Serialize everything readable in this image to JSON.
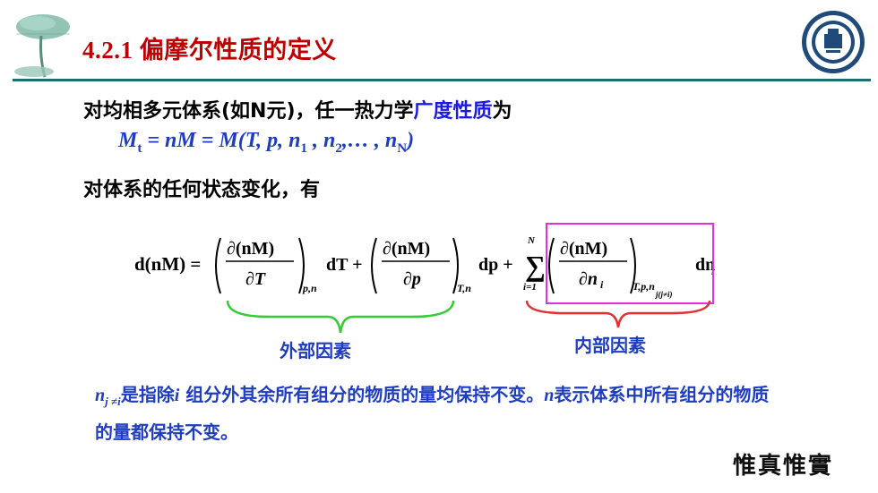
{
  "header": {
    "title": "4.2.1 偏摩尔性质的定义"
  },
  "body": {
    "intro_prefix": "对均相多元体系(如N元)，任一热力学",
    "intro_highlight": "广度性质",
    "intro_suffix": "为",
    "formula_mt": "M",
    "formula_mt_sub": "t",
    "formula_rest_1": " = nM = M(T, p, n",
    "formula_sub_1": "1",
    "formula_rest_2": " , n",
    "formula_sub_2": "2",
    "formula_rest_3": ",… , n",
    "formula_sub_3": "N",
    "formula_rest_4": ")",
    "intro2": "对体系的任何状态变化，有",
    "equation": {
      "lhs": "d(nM) =",
      "term1_num": "∂(nM)",
      "term1_den": "∂T",
      "term1_sub": "p,n",
      "term1_diff": "dT +",
      "term2_num": "∂(nM)",
      "term2_den": "∂p",
      "term2_sub": "T,n",
      "term2_diff": "dp +",
      "sum_top": "N",
      "sum_bottom": "i=1",
      "term3_num": "∂(nM)",
      "term3_den": "∂n",
      "term3_den_sub": "i",
      "term3_sub": "T,p,n",
      "term3_sub2": "j(j≠i)",
      "term3_diff": "dn",
      "term3_diff_sub": "i"
    },
    "label_external": "外部因素",
    "label_internal": "内部因素",
    "note_n": "n",
    "note_n_sub": "j ≠i",
    "note_text_1": "是指除",
    "note_i": "i",
    "note_text_2": " 组分外其余所有组分的物质的量均保持不变。",
    "note_n2": "n",
    "note_text_3": "表示体系中所有组分的物质的量都保持不变。"
  },
  "footer": {
    "motto": "惟真惟實"
  },
  "colors": {
    "title": "#c00000",
    "blue_text": "#1f3dbf",
    "highlight": "#1a1ae0",
    "green_brace": "#33cc33",
    "red_brace": "#e03030",
    "magenta_box": "#e030e0",
    "rule": "#1f6d74"
  }
}
